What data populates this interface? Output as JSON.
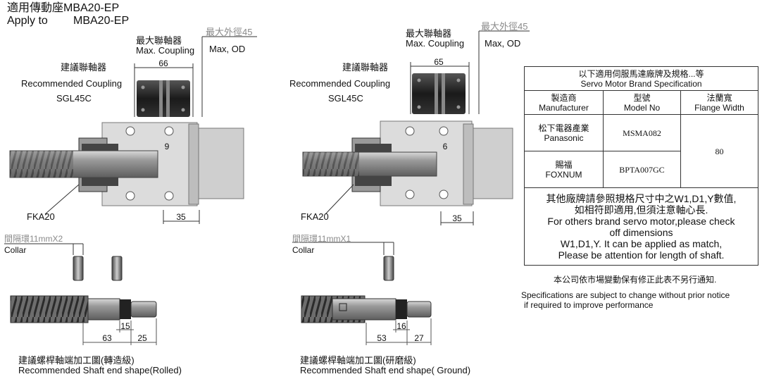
{
  "header": {
    "title_zh": "適用傳動座MBA20-EP",
    "title_en_prefix": "Apply to",
    "title_en_model": "MBA20-EP"
  },
  "left_view": {
    "max_coupling_zh": "最大聯軸器",
    "max_coupling_en": "Max. Coupling",
    "max_od_zh": "最大外徑45",
    "max_od_en": "Max, OD",
    "coupling_width": "66",
    "recommended_zh": "建議聯軸器",
    "recommended_en": "Recommended Coupling",
    "coupling_model": "SGL45C",
    "gap_dim": "9",
    "bearing_label": "FKA20",
    "flange_dim": "35",
    "collar_zh": "間隔環11mmX2",
    "collar_en": "Collar",
    "shaft_dim_a": "15",
    "shaft_dim_b": "63",
    "shaft_dim_c": "25",
    "shaft_caption_zh": "建議螺桿軸端加工圖(轉造級)",
    "shaft_caption_en": "Recommended Shaft end shape(Rolled)"
  },
  "right_view": {
    "max_coupling_zh": "最大聯軸器",
    "max_coupling_en": "Max. Coupling",
    "max_od_zh": "最大外徑45",
    "max_od_en": "Max, OD",
    "coupling_width": "65",
    "recommended_zh": "建議聯軸器",
    "recommended_en": "Recommended Coupling",
    "coupling_model": "SGL45C",
    "gap_dim": "6",
    "bearing_label": "FKA20",
    "flange_dim": "35",
    "collar_zh": "間隔環11mmX1",
    "collar_en": "Collar",
    "shaft_dim_a": "16",
    "shaft_dim_b": "53",
    "shaft_dim_c": "27",
    "shaft_caption_zh": "建議螺桿軸端加工圖(研磨級)",
    "shaft_caption_en": "Recommended Shaft end shape( Ground)"
  },
  "spec_table": {
    "title_zh": "以下適用伺服馬達廠牌及規格...等",
    "title_en": "Servo Motor Brand Specification",
    "headers": [
      {
        "zh": "製造商",
        "en": "Manufacturer"
      },
      {
        "zh": "型號",
        "en": "Model No"
      },
      {
        "zh": "法蘭寬",
        "en": "Flange Width"
      }
    ],
    "rows": [
      {
        "maker_zh": "松下電器產業",
        "maker_en": "Panasonic",
        "model": "MSMA082"
      },
      {
        "maker_zh": "賜福",
        "maker_en": "FOXNUM",
        "model": "BPTA007GC"
      }
    ],
    "flange_width": "80",
    "note_zh_1": "其他廠牌請參照規格尺寸中之W1,D1,Y數值,",
    "note_zh_2": "如相符即適用,但須注意軸心長.",
    "note_en_1": "For others brand servo motor,please check",
    "note_en_2": "off dimensions",
    "note_en_3": "W1,D1,Y. It can be applied as match,",
    "note_en_4": "Please be attention for length of shaft."
  },
  "footer": {
    "notice_zh": "本公司依市場變動保有修正此表不另行通知.",
    "notice_en_1": "Specifications are subject to change without prior notice",
    "notice_en_2": "if required to improve performance"
  }
}
